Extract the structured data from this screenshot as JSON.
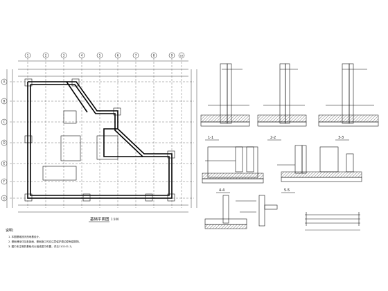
{
  "plan": {
    "title": "基础平面图",
    "scale": "1:100"
  },
  "axes": {
    "top": [
      "1",
      "2",
      "3",
      "4",
      "5",
      "6",
      "7",
      "8",
      "9",
      "10"
    ],
    "left": [
      "A",
      "B",
      "C",
      "D",
      "E",
      "F",
      "G"
    ]
  },
  "sections": {
    "s1": "1-1",
    "s2": "2-2",
    "s3": "3-3",
    "s4": "4-4",
    "s5": "5-5"
  },
  "notes": {
    "heading": "说明:",
    "lines": [
      "1. 本图基础按天然地基设计。",
      "2. 基础埋深详见各剖面，基础施工时应注意保护周边原有建筑物。",
      "3. 图中未注明的基础均以轴线居中布置，详见11G101-3。"
    ]
  }
}
